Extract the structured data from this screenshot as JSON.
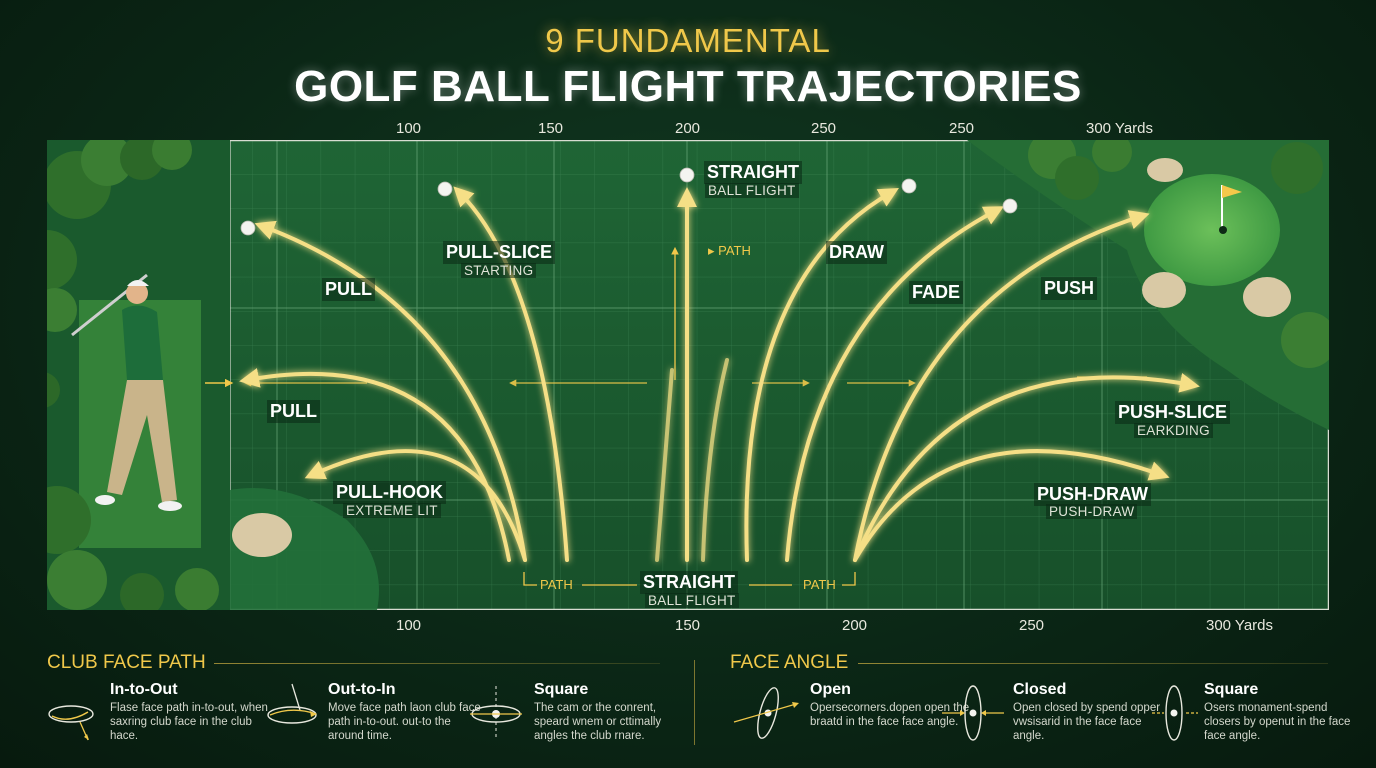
{
  "title": {
    "line1": "9 FUNDAMENTAL",
    "line2": "GOLF BALL FLIGHT TRAJECTORIES"
  },
  "top_axis": [
    "100",
    "150",
    "200",
    "250",
    "250",
    "300 Yards"
  ],
  "bottom_axis": [
    "100",
    "150",
    "200",
    "250",
    "300 Yards"
  ],
  "trajectories": {
    "straight_top": {
      "label": "STRAIGHT",
      "sub": "BALL FLIGHT"
    },
    "path_marker": "PATH",
    "pull_slice": {
      "label": "PULL-SLICE",
      "sub": "STARTING"
    },
    "pull_top": {
      "label": "PULL"
    },
    "draw": {
      "label": "DRAW"
    },
    "fade": {
      "label": "FADE"
    },
    "push": {
      "label": "PUSH"
    },
    "pull_mid": {
      "label": "PULL"
    },
    "push_slice": {
      "label": "PUSH-SLICE",
      "sub": "EARKDING"
    },
    "pull_hook": {
      "label": "PULL-HOOK",
      "sub": "EXTREME LIT"
    },
    "push_draw": {
      "label": "PUSH-DRAW",
      "sub": "PUSH-DRAW"
    },
    "straight_bottom": {
      "label": "STRAIGHT",
      "sub": "BALL FLIGHT"
    },
    "path_left": "PATH",
    "path_right": "PATH"
  },
  "club_face_path": {
    "title": "CLUB FACE PATH",
    "items": [
      {
        "title": "In-to-Out",
        "desc": "Flase face path in-to-out, when saxring club face in the club hace.",
        "icon": "club-in-to-out-icon"
      },
      {
        "title": "Out-to-In",
        "desc": "Move face path laon club face path in-to-out. out-to the around time.",
        "icon": "club-out-to-in-icon"
      },
      {
        "title": "Square",
        "desc": "The cam or the conrent, speard wnem or cttimally angles the club rnare.",
        "icon": "club-square-icon"
      }
    ]
  },
  "face_angle": {
    "title": "FACE ANGLE",
    "items": [
      {
        "title": "Open",
        "desc": "Opersecorners.dopen open the braatd in the face face angle.",
        "icon": "face-open-icon"
      },
      {
        "title": "Closed",
        "desc": "Open closed by spend opper vwsisarid in the face face angle.",
        "icon": "face-closed-icon"
      },
      {
        "title": "Square",
        "desc": "Osers monament-spend closers by openut in the face face angle.",
        "icon": "face-square-icon"
      }
    ]
  },
  "colors": {
    "accent": "#f0c84a",
    "trajectory": "#f5df86",
    "field": "#1b5c31",
    "grid": "#3f8a55",
    "background": "#0b2716"
  }
}
